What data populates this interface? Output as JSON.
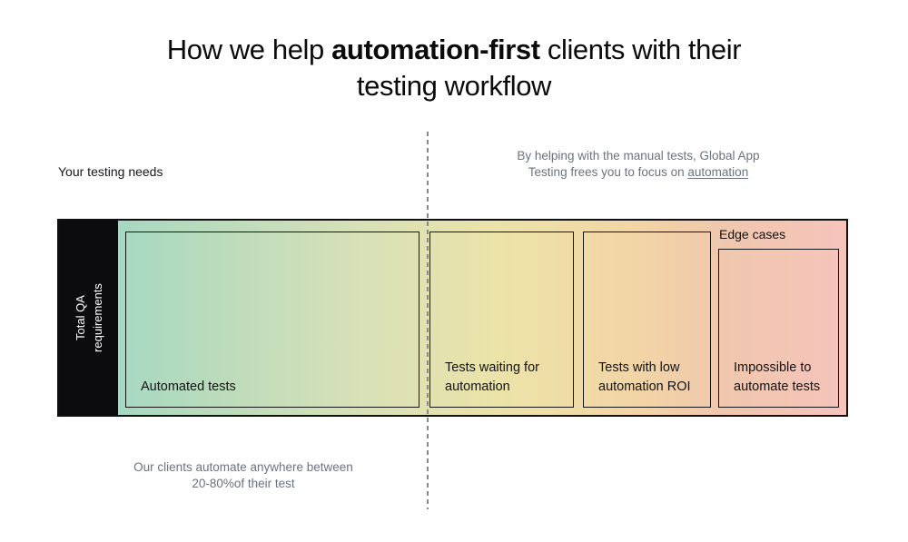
{
  "title": {
    "line1_pre": "How we help ",
    "line1_bold": "automation-first",
    "line1_post": " clients with their",
    "line2": "testing workflow"
  },
  "labels": {
    "your_testing_needs": "Your testing needs",
    "axis_line1": "Total QA",
    "axis_line2": "requirements",
    "edge_cases": "Edge cases"
  },
  "captions": {
    "right_line1": "By helping with the manual tests, Global App",
    "right_line2_pre": "Testing frees you to focus on ",
    "right_link": "automation",
    "bottom_line1": "Our clients automate anywhere between",
    "bottom_line2": "20-80%of their test"
  },
  "segments": [
    {
      "label": "Automated tests"
    },
    {
      "label": "Tests waiting for automation"
    },
    {
      "label": "Tests with low automation ROI"
    },
    {
      "label": "Impossible to automate tests"
    }
  ],
  "colors": {
    "bar_gradient": [
      "#a6d8c3",
      "#b4dabd",
      "#d8e1b7",
      "#ece3a8",
      "#f2d5a5",
      "#f0c7ae",
      "#f6c4bb"
    ],
    "axis_box_black": "#0c0c0e",
    "border_black": "#101010",
    "caption_gray": "#6b7280",
    "dash_gray": "#85888e",
    "text_black": "#131313",
    "background": "#ffffff"
  }
}
